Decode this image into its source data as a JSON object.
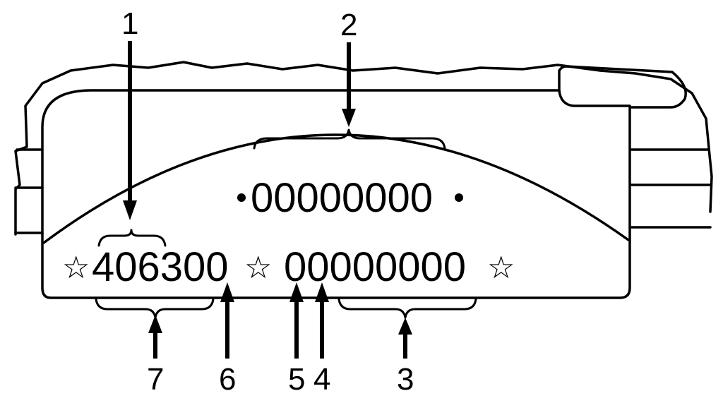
{
  "serial": {
    "top_number": "00000000",
    "bottom_left": "406300",
    "bottom_right": "00000000",
    "star_glyph": "☆"
  },
  "callouts": [
    {
      "label": "1",
      "target": "first character of the series prefix"
    },
    {
      "label": "2",
      "target": "top serial number"
    },
    {
      "label": "3",
      "target": "end of bottom serial number"
    },
    {
      "label": "4",
      "target": "second digit of bottom serial number"
    },
    {
      "label": "5",
      "target": "first digit of bottom serial number"
    },
    {
      "label": "6",
      "target": "last digit of the series prefix"
    },
    {
      "label": "7",
      "target": "series prefix"
    }
  ]
}
